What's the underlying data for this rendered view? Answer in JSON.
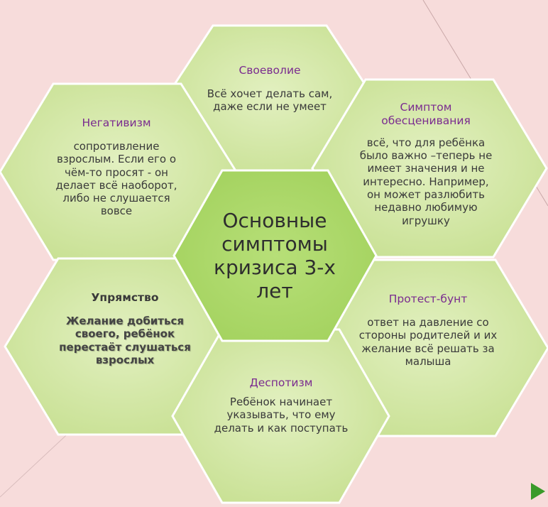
{
  "colors": {
    "background": "#f7dcdb",
    "hex_fill": "#cbe39a",
    "hex_fill_light": "#ddedb7",
    "hex_stroke": "#ffffff",
    "center_fill": "#acd86b",
    "title_color": "#7a2b8f",
    "arrow_color": "#3a9a2a"
  },
  "center": {
    "text": "Основные симптомы кризиса 3-х лет"
  },
  "items": [
    {
      "title": "Своеволие",
      "desc": "Всё хочет делать сам, даже если не умеет"
    },
    {
      "title": "Симптом обесценивания",
      "desc": "всё, что для ребёнка было важно –теперь не имеет значения и не интересно. Например, он может разлюбить недавно любимую игрушку"
    },
    {
      "title": "Протест-бунт",
      "desc": "ответ на давление со стороны родителей и их желание всё решать за малыша"
    },
    {
      "title": "Деспотизм",
      "desc": "Ребёнок начинает указывать, что ему делать и как поступать"
    },
    {
      "title": "Упрямство",
      "desc": "Желание добиться своего, ребёнок перестаёт слушаться взрослых"
    },
    {
      "title": "Негативизм",
      "desc": "сопротивление взрослым. Если его о чём-то просят  - он делает всё наоборот, либо не слушается вовсе"
    }
  ]
}
